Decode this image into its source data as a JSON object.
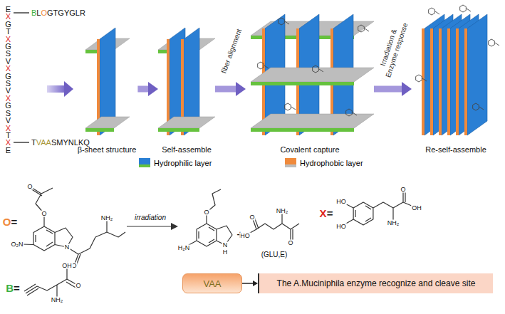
{
  "diagram": {
    "nodes": [
      {
        "text": [
          "β-sheet structure"
        ]
      },
      {
        "text": [
          "Self-assemble"
        ]
      },
      {
        "text": [
          "Covalent capture"
        ]
      },
      {
        "text": [
          "Re-self-assemble"
        ]
      },
      {
        "text": [
          "VAA"
        ]
      },
      {
        "text": [
          "The A.Muciniphila enzyme recognize and cleave site"
        ]
      }
    ],
    "edges": [
      {
        "from": 0,
        "to": 1,
        "arrow": "to"
      },
      {
        "from": 1,
        "to": 2,
        "label": "fiber alignment",
        "arrow": "to"
      },
      {
        "from": 2,
        "to": 3,
        "label": "Irradiation & Enzyme response",
        "arrow": "to"
      },
      {
        "from": 4,
        "to": 5,
        "arrow": "to"
      }
    ],
    "labels": [
      "EXGTXGSVXGSVXGSVXTXE",
      "BLOGTGYGLR",
      "TVAASMYNLKQ",
      "O=",
      "irradiation",
      "+",
      "(GLU,E)",
      "X=",
      "B=",
      "O",
      "O",
      "O₂N",
      "N",
      "O",
      "NH₂",
      "O",
      "H₂N",
      "N",
      "H",
      "HO",
      "O",
      "NH₂",
      "O",
      "HO",
      "HO",
      "OH",
      "O",
      "NH₂",
      "OH",
      "O",
      "NH₂"
    ],
    "legend": [
      {
        "text": "Hydrophilic layer",
        "color": "#2a7fd4"
      },
      {
        "text": "Hydrophobic layer",
        "color": "#f08a3c"
      }
    ]
  }
}
